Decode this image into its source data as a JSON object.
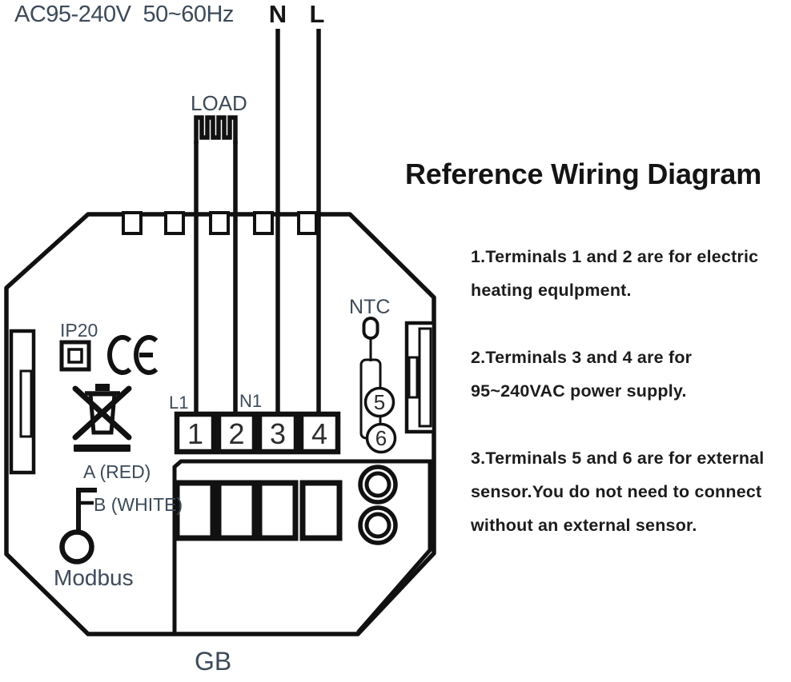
{
  "colors": {
    "ink": "#111111",
    "label": "#3d4a59",
    "digit": "#2d2d2d",
    "note_text": "#1c1c1c",
    "background": "#ffffff"
  },
  "title": "Reference Wiring Diagram",
  "notes": [
    [
      "1.Terminals 1 and 2 are for electric",
      "heating equlpment."
    ],
    [
      "2.Terminals 3 and 4 are for",
      "95~240VAC power supply."
    ],
    [
      "3.Terminals 5 and 6 are for external",
      "sensor.You do not need to connect",
      "without an external sensor."
    ]
  ],
  "diagram": {
    "power_rating": "AC95-240V  50~60Hz",
    "neutral_label": "N",
    "live_label": "L",
    "load_label": "LOAD",
    "terminal_l1": "L1",
    "terminal_n1": "N1",
    "terminals": [
      "1",
      "2",
      "3",
      "4"
    ],
    "ntc_label": "NTC",
    "sensor_terminals": [
      "5",
      "6"
    ],
    "ip_rating": "IP20",
    "ce_mark": "CE",
    "rs485_a": "A (RED)",
    "rs485_b": "B (WHITE)",
    "bus_label": "Modbus",
    "model_label": "GB"
  }
}
